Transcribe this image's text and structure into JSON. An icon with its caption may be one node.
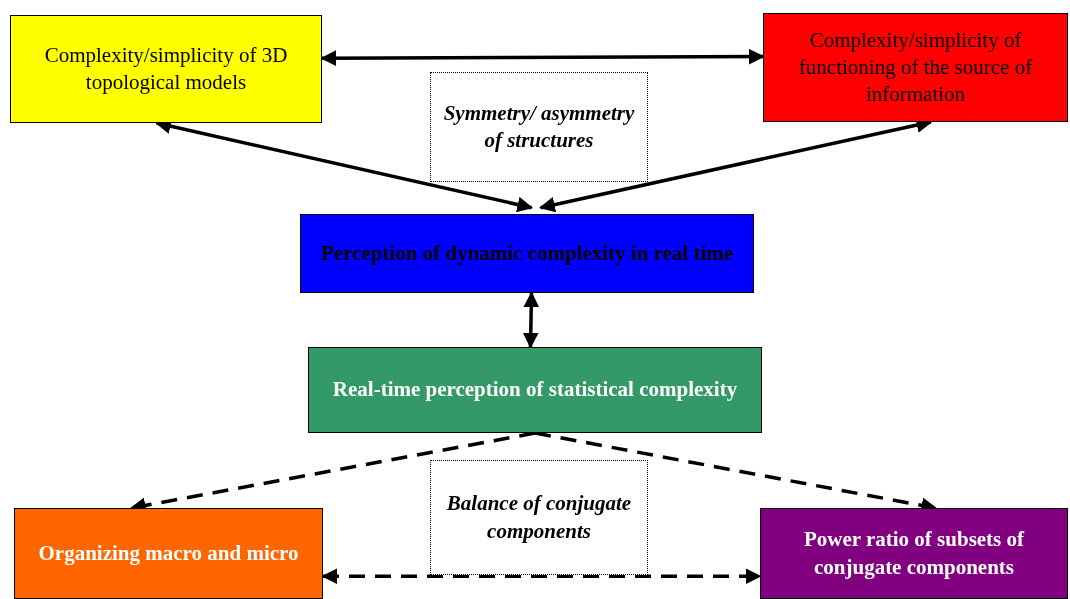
{
  "diagram": {
    "nodes": [
      {
        "text": [
          "Complexity/simplicity of 3D topological models"
        ]
      },
      {
        "text": [
          "Complexity/simplicity of functioning of the source of information"
        ]
      },
      {
        "text": [
          "Symmetry/ asymmetry of structures"
        ]
      },
      {
        "text": [
          "Perception of dynamic complexity in real time"
        ]
      },
      {
        "text": [
          "Real-time perception of statistical complexity"
        ]
      },
      {
        "text": [
          "Balance of conjugate components"
        ]
      },
      {
        "text": [
          "Organizing macro and micro"
        ]
      },
      {
        "text": [
          "Power ratio of subsets of conjugate components"
        ]
      }
    ],
    "edges": [
      {
        "from": 0,
        "to": 1,
        "arrow": "both"
      },
      {
        "from": 0,
        "to": 3,
        "arrow": "both"
      },
      {
        "from": 1,
        "to": 3,
        "arrow": "both"
      },
      {
        "from": 3,
        "to": 4,
        "arrow": "both"
      },
      {
        "from": 4,
        "to": 6,
        "arrow": "to",
        "style": "dashed"
      },
      {
        "from": 4,
        "to": 7,
        "arrow": "to",
        "style": "dashed"
      },
      {
        "from": 6,
        "to": 7,
        "arrow": "both",
        "style": "dashed"
      }
    ]
  }
}
